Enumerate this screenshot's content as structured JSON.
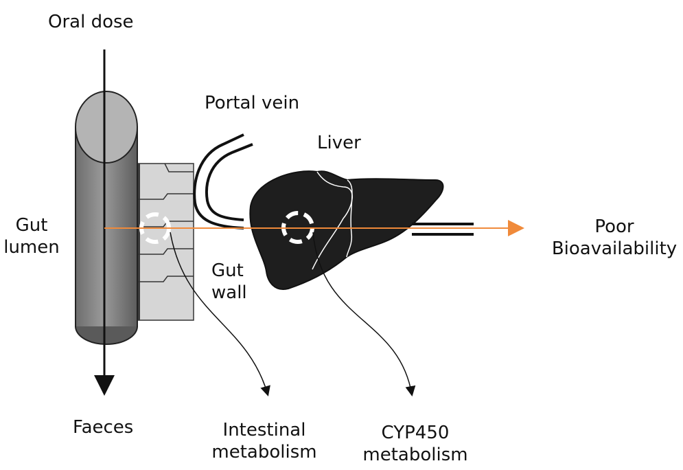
{
  "labels": {
    "oral_dose": "Oral dose",
    "portal_vein": "Portal vein",
    "liver": "Liver",
    "gut_lumen_1": "Gut",
    "gut_lumen_2": "lumen",
    "gut_wall_1": "Gut",
    "gut_wall_2": "wall",
    "poor_1": "Poor",
    "poor_2": "Bioavailability",
    "faeces": "Faeces",
    "intestinal_1": "Intestinal",
    "intestinal_2": "metabolism",
    "cyp_1": "CYP450",
    "cyp_2": "metabolism"
  },
  "colors": {
    "gut_tube": "#8c8c8c",
    "gut_tube_top": "#b4b4b4",
    "gut_wall": "#d6d6d6",
    "liver": "#1e1e1e",
    "drug_path_arrow": "#f08a3a",
    "ink": "#111111"
  }
}
